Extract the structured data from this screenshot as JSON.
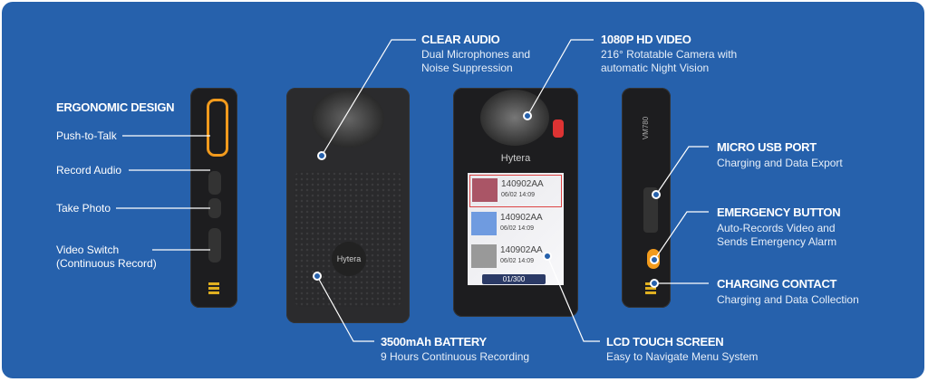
{
  "callouts": {
    "ergonomic": {
      "title": "ERGONOMIC DESIGN",
      "items": [
        "Push-to-Talk",
        "Record Audio",
        "Take Photo",
        "Video Switch",
        "(Continuous Record)"
      ]
    },
    "audio": {
      "title": "CLEAR AUDIO",
      "desc1": "Dual Microphones and",
      "desc2": "Noise Suppression"
    },
    "video": {
      "title": "1080P HD VIDEO",
      "desc1": "216° Rotatable Camera with",
      "desc2": "automatic Night Vision"
    },
    "usb": {
      "title": "MICRO USB PORT",
      "desc1": "Charging and Data Export"
    },
    "emergency": {
      "title": "EMERGENCY BUTTON",
      "desc1": "Auto-Records Video and",
      "desc2": "Sends Emergency Alarm"
    },
    "charging": {
      "title": "CHARGING CONTACT",
      "desc1": "Charging and Data Collection"
    },
    "battery": {
      "title": "3500mAh BATTERY",
      "desc1": "9 Hours Continuous Recording"
    },
    "lcd": {
      "title": "LCD TOUCH SCREEN",
      "desc1": "Easy to Navigate Menu System"
    }
  },
  "device": {
    "brand": "Hytera",
    "model": "VM780",
    "screen": {
      "files": [
        {
          "name": "140902AA",
          "time": "06/02 14:09"
        },
        {
          "name": "140902AA",
          "time": "06/02 14:09"
        },
        {
          "name": "140902AA",
          "time": "06/02 14:09"
        }
      ],
      "page": "01/300"
    }
  },
  "colors": {
    "background": "#2661ac",
    "accent": "#f29b1d"
  }
}
